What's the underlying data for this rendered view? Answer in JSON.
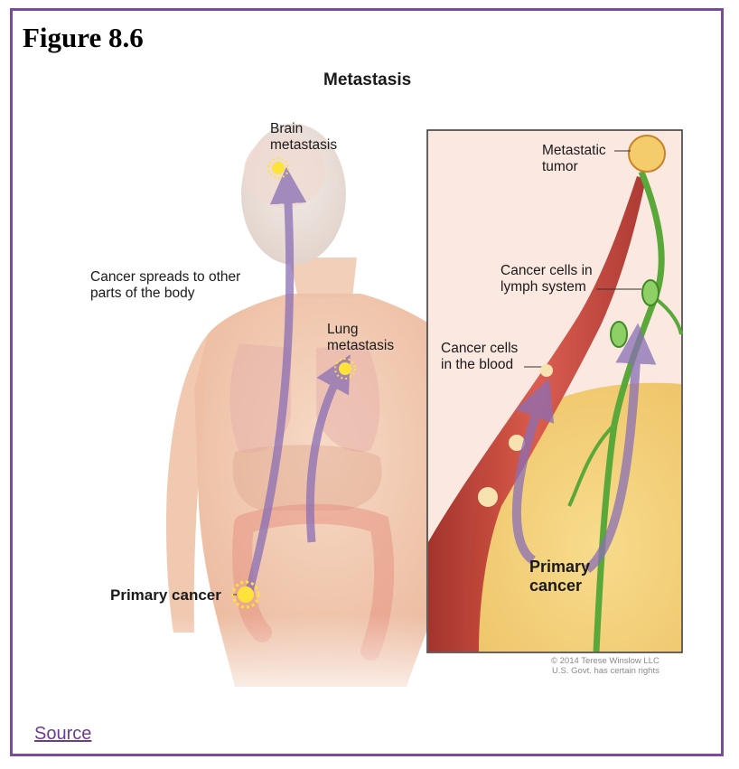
{
  "figure": {
    "title": "Figure 8.6"
  },
  "diagram": {
    "title": "Metastasis",
    "labels": {
      "brain": "Brain\nmetastasis",
      "spread": "Cancer spreads to other\nparts of the body",
      "lung": "Lung\nmetastasis",
      "primary_body": "Primary cancer",
      "metastatic_tumor": "Metastatic\ntumor",
      "lymph": "Cancer cells in\nlymph system",
      "blood": "Cancer cells\nin the blood",
      "primary_inset": "Primary\ncancer"
    },
    "copyright": "© 2014 Terese Winslow LLC\nU.S. Govt. has certain rights",
    "colors": {
      "frame": "#7a4a9c",
      "arrow": "#8a6fb5",
      "vessel": "#c0392b",
      "lymph": "#5aa83a",
      "tumor_spot": "#ffe23a",
      "skin": "#f3c9ae",
      "tissue": "#f4d27a"
    }
  },
  "footer": {
    "source_label": "Source"
  }
}
